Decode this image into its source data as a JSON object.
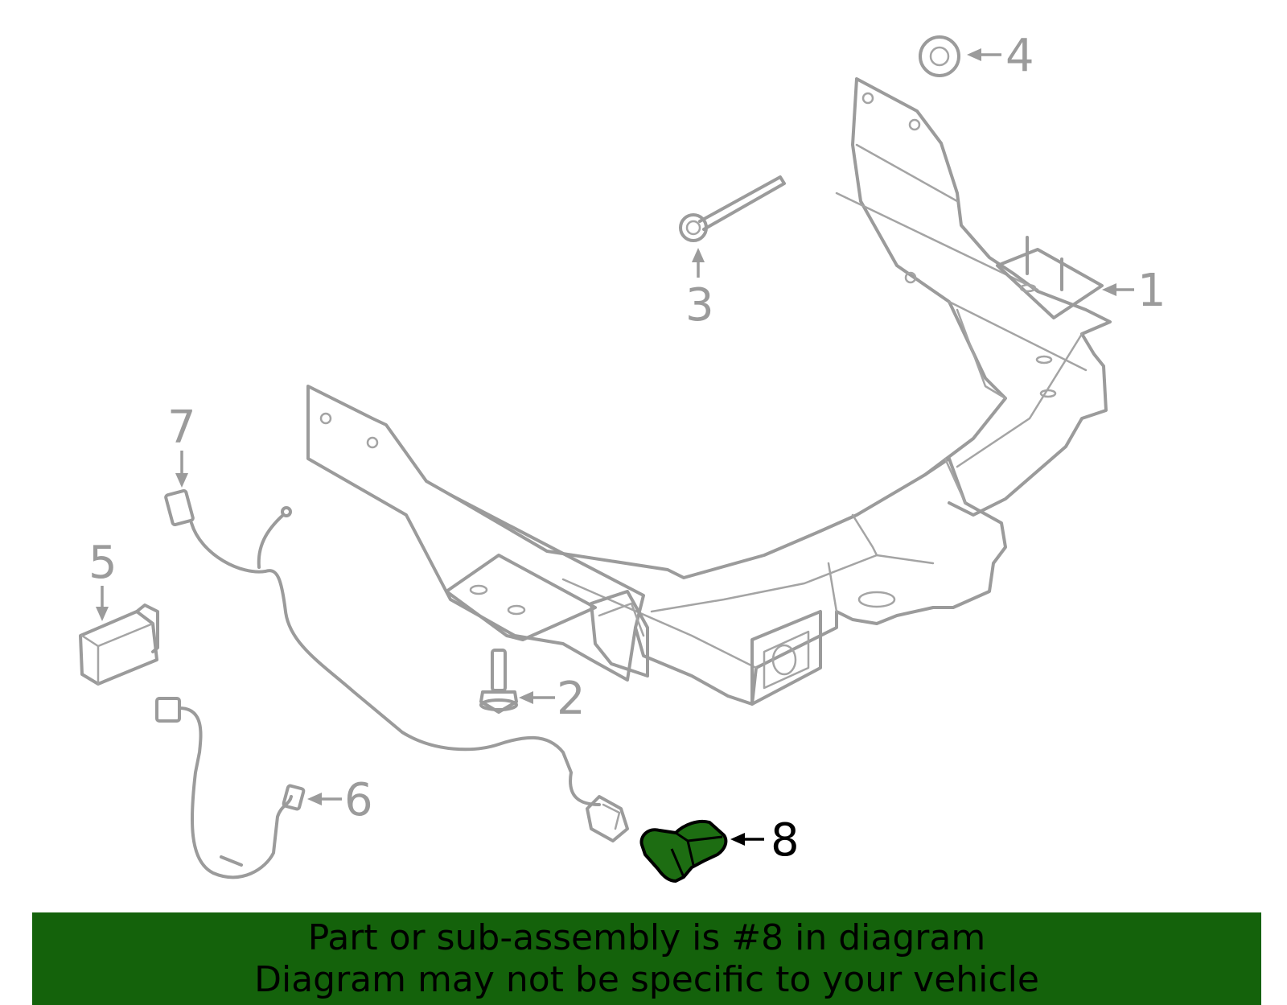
{
  "callouts": {
    "c1": "1",
    "c2": "2",
    "c3": "3",
    "c4": "4",
    "c5": "5",
    "c6": "6",
    "c7": "7",
    "c8": "8"
  },
  "highlight": {
    "part_number": "8",
    "color": "#1d6d12"
  },
  "banner": {
    "line1": "Part or sub-assembly is #8 in diagram",
    "line2": "Diagram may not be specific to your vehicle",
    "background": "#14620b"
  }
}
